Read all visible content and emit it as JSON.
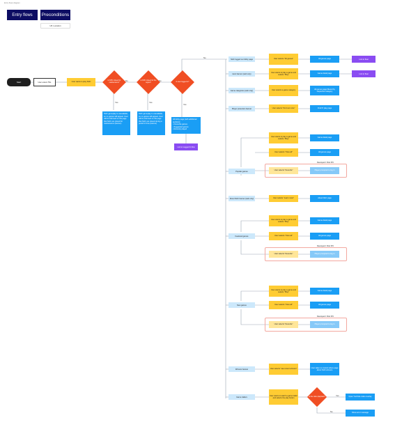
{
  "header": {
    "title": "Entry flows diagram"
  },
  "tabs": {
    "entry_flows": "Entry flows",
    "preconditions": "Preconditions",
    "uk_location": "UK Location"
  },
  "nodes": {
    "start": "Start",
    "user_enters_url": "User enters TNL",
    "user_wants_play": "User wants to play NHC",
    "d1": "Is NHC closed for maintenance?",
    "d2": "Is NHC closed for the region?",
    "d3": "Is user logged in?",
    "note1": "NHC gameplay is unavailable, so no games will appear. User will be informed on the page that NHC are closed for maintenance (banner)",
    "note2": "NHC gameplay is unavailable, so no games will appear. User will be informed on the page that NHC are closed during a period of time (banner)",
    "note3_title": "All lobby page (with additional sections):",
    "note3_b1": "Favourite games",
    "note3_b2": "Suggested games",
    "note3_b3": "Recently played",
    "link_logged_in": "Link to Logged In flow",
    "entry_page": "NHC logged out lobby page",
    "hero_banner": "Hero banner (web only)",
    "game_categories": "Game categories (web only)",
    "player_protection": "Player protection banner",
    "user_all_games": "User selects \"All games\"",
    "user_play_game1": "User wants to play a game and selects \"Play\"",
    "user_game_cat": "User selects a game category",
    "user_find_out": "User selects \"Find out more\"",
    "all_games_page1": "All games page",
    "game_detail1": "Game detail page",
    "all_games_filtered": "All games page filtered by respective category",
    "pp_page": "Find Pr play page",
    "link_float1": "Link to float",
    "link_float2": "Link to float",
    "popular_games": "Popular games",
    "about_nhc": "About NHC banner (web only)",
    "featured_games": "Featured games",
    "new_games": "New games",
    "winners_banner": "Winners banner",
    "game_trailers": "Game trailers",
    "pop_play": "User wants to play a game and selects \"Play\"",
    "pop_view_all": "User selects \"View all\"",
    "pop_fav": "User selects \"favourite\"",
    "pop_detail": "Game detail page",
    "pop_all_games": "All games page",
    "pop_prompt": "Player prompted to log in",
    "deprecated1": "Descoped / Post P/C",
    "about_learn": "User selects \"Learn more\"",
    "about_page": "About NHC page",
    "feat_play": "User wants to play a game and selects \"Play\"",
    "feat_view_all": "User selects \"View all\"",
    "feat_fav": "User selects \"favourite\"",
    "feat_detail": "Game detail page",
    "feat_all_games": "All games page",
    "feat_prompt": "Player prompted to log in",
    "deprecated2": "Descoped / Post P/C",
    "new_play": "User wants to play a game and selects \"Play\"",
    "new_view_all": "User selects \"View all\"",
    "new_fav": "User selects \"favourite\"",
    "new_detail": "Game detail page",
    "new_all_games": "All games page",
    "new_prompt": "Player prompted to log in",
    "deprecated3": "Descoped / Post P/C",
    "win_see": "User selects \"see recent winners\"",
    "win_page": "User taken to content where page about NHC winners",
    "trail_watch": "User wants to watch a game trailer and selects the play button",
    "trail_d": "Is the video playback?",
    "trail_yt": "Open YouTube video overlay",
    "trail_err": "Show error message"
  },
  "edges": {
    "no": "No",
    "yes": "Yes"
  },
  "colors": {
    "navy": "#0d0d63",
    "yellow": "#ffcc33",
    "blue": "#1a9ef5",
    "light_blue": "#cce8fb",
    "diamond": "#f04e23",
    "purple": "#8a4cf2",
    "line": "#9aa4b2"
  }
}
